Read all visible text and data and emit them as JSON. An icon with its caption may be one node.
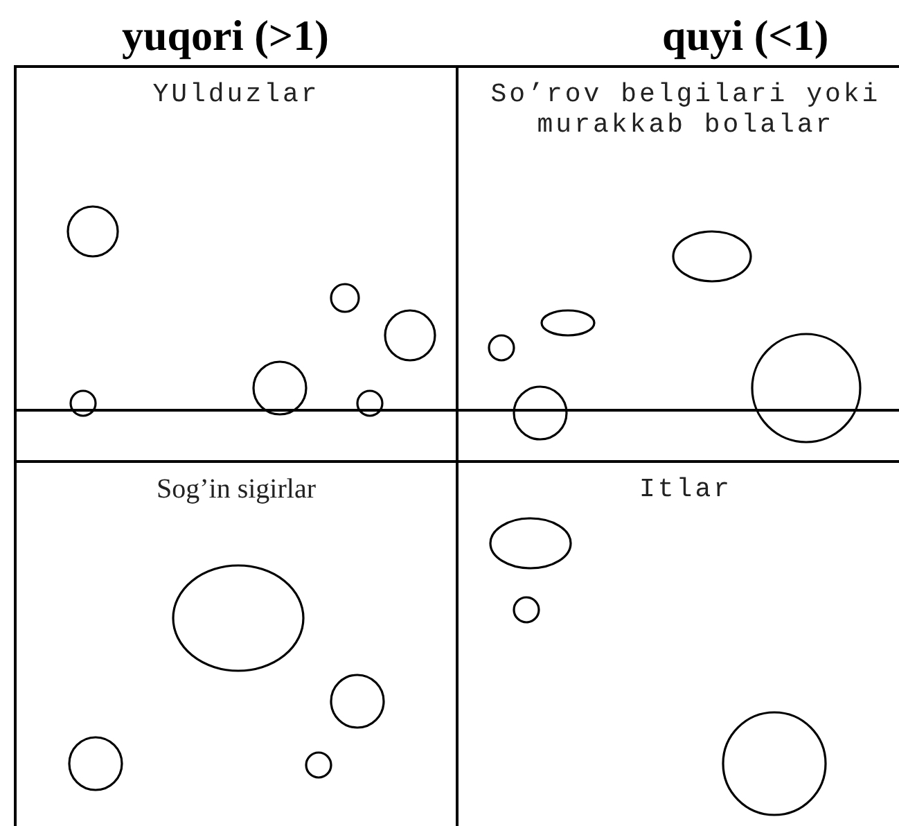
{
  "diagram": {
    "nodes": [
      {
        "text": [
          "YUlduzlar"
        ]
      },
      {
        "text": [
          "So’rov belgilari yoki murakkab bolalar"
        ]
      },
      {
        "text": [
          "Sog’in sigirlar"
        ]
      },
      {
        "text": [
          "Itlar"
        ]
      }
    ],
    "edges": [],
    "labels": [
      "yuqori (>1)",
      "quyi (<1)"
    ]
  }
}
